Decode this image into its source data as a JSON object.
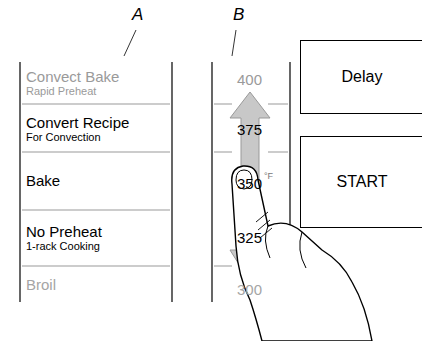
{
  "diagram": {
    "nodes": [
      {
        "text": [
          "Convect Bake",
          "Rapid Preheat"
        ]
      },
      {
        "text": [
          "Convert Recipe",
          "For Convection"
        ]
      },
      {
        "text": [
          "Bake"
        ]
      },
      {
        "text": [
          "No Preheat",
          "1-rack Cooking"
        ]
      },
      {
        "text": [
          "Broil"
        ]
      },
      {
        "text": [
          "Delay"
        ]
      },
      {
        "text": [
          "START"
        ]
      }
    ],
    "labels": [
      "A",
      "B",
      "400",
      "375",
      "350",
      "°F",
      "325",
      "300"
    ]
  }
}
